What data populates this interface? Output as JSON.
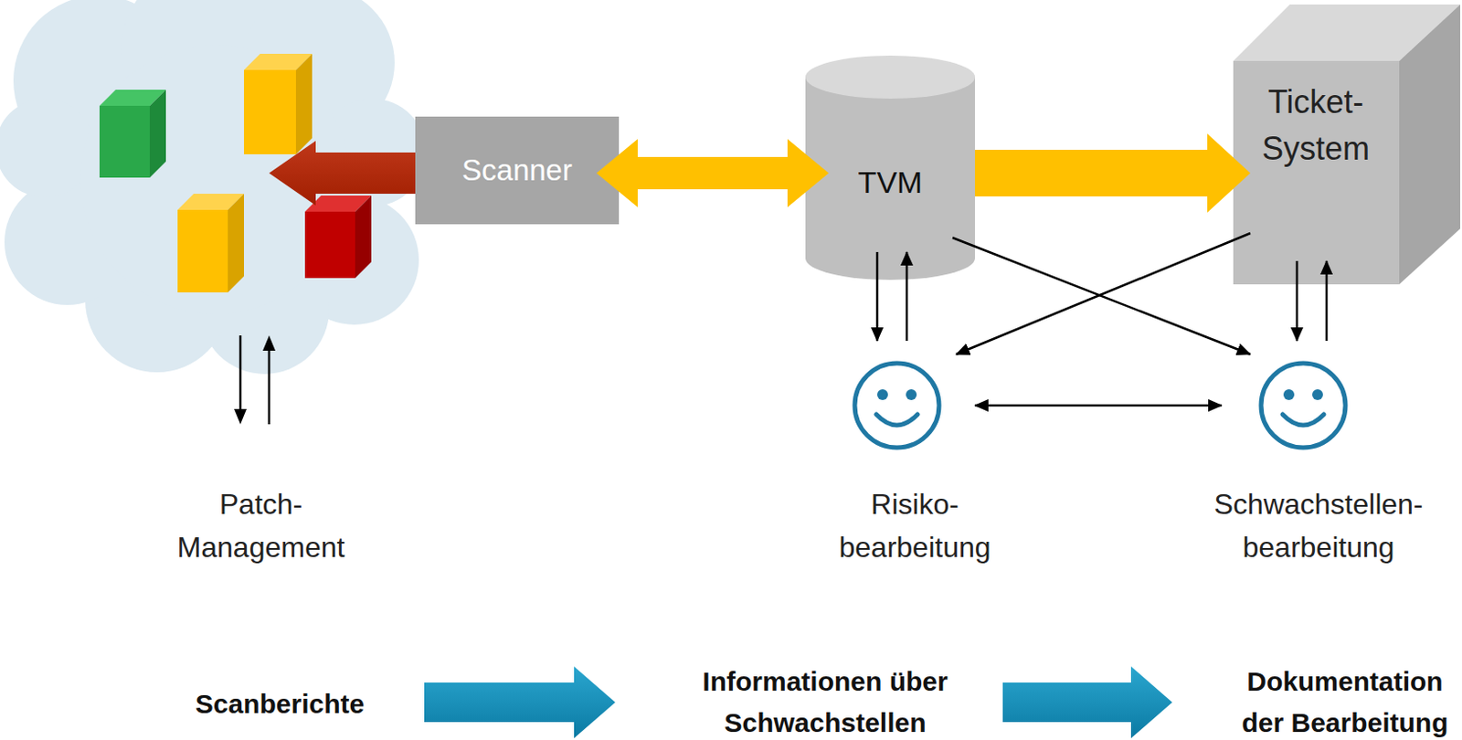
{
  "diagram": {
    "nodes": [
      {
        "text": [
          "Patch- Management"
        ]
      },
      {
        "text": [
          "Scanner"
        ]
      },
      {
        "text": [
          "TVM"
        ]
      },
      {
        "text": [
          "Ticket- System"
        ]
      },
      {
        "text": [
          "Risiko- bearbeitung"
        ]
      },
      {
        "text": [
          "Schwachstellen- bearbeitung"
        ]
      },
      {
        "text": [
          "Scanberichte"
        ]
      },
      {
        "text": [
          "Informationen über Schwachstellen"
        ]
      },
      {
        "text": [
          "Dokumentation der Bearbeitung"
        ]
      }
    ],
    "edges": [
      {
        "from": 1,
        "to": 0,
        "arrow": "to"
      },
      {
        "from": 1,
        "to": 2,
        "arrow": "both"
      },
      {
        "from": 2,
        "to": 3,
        "arrow": "to"
      },
      {
        "from": 2,
        "to": 4,
        "arrow": "to"
      },
      {
        "from": 4,
        "to": 2,
        "arrow": "to"
      },
      {
        "from": 2,
        "to": 5,
        "arrow": "to"
      },
      {
        "from": 3,
        "to": 4,
        "arrow": "to"
      },
      {
        "from": 3,
        "to": 5,
        "arrow": "to"
      },
      {
        "from": 5,
        "to": 3,
        "arrow": "to"
      },
      {
        "from": 4,
        "to": 5,
        "arrow": "both"
      },
      {
        "from": 6,
        "to": 7,
        "arrow": "to"
      },
      {
        "from": 7,
        "to": 8,
        "arrow": "to"
      }
    ]
  }
}
